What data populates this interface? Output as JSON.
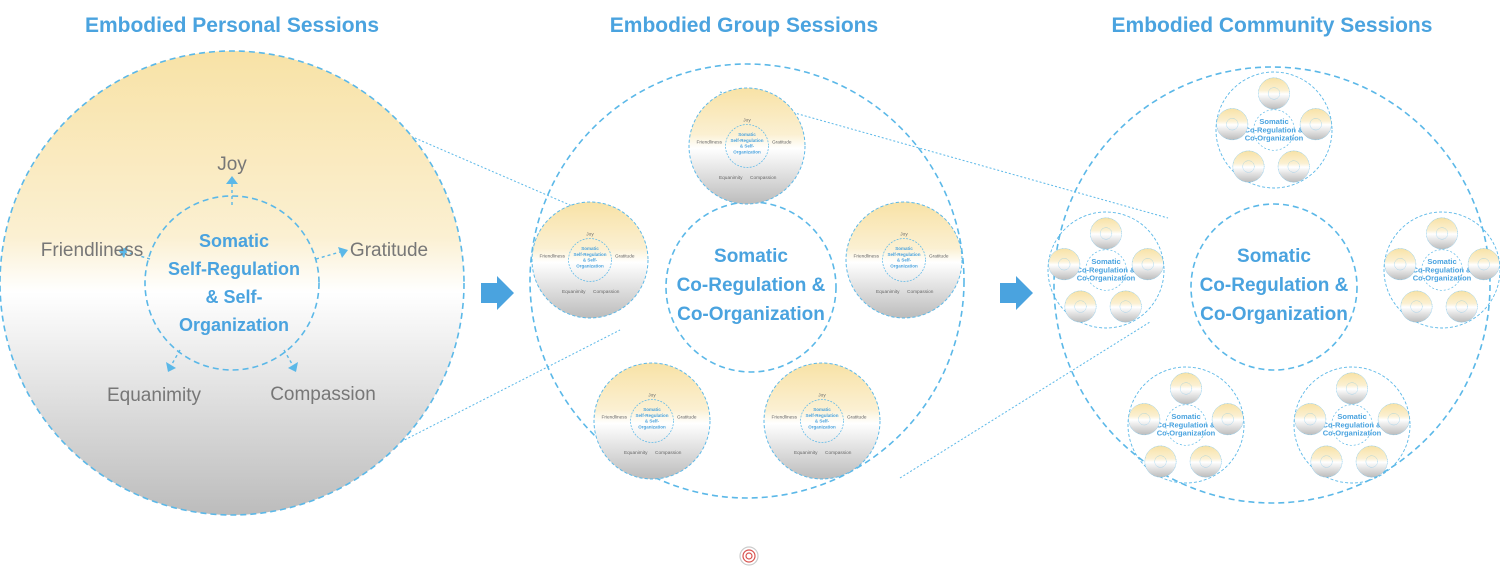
{
  "headings": {
    "personal": "Embodied Personal Sessions",
    "group": "Embodied Group Sessions",
    "community": "Embodied Community Sessions"
  },
  "personal": {
    "center_lines": [
      "Somatic",
      "Self-Regulation",
      "& Self-",
      "Organization"
    ],
    "qualities": {
      "top": "Joy",
      "left": "Friendliness",
      "right": "Gratitude",
      "bottom_left": "Equanimity",
      "bottom_right": "Compassion"
    }
  },
  "small_circle": {
    "center_lines": [
      "Somatic",
      "Self-Regulation",
      "& Self-",
      "Organization"
    ]
  },
  "group": {
    "center_lines": [
      "Somatic",
      "Co-Regulation &",
      "Co-Organization"
    ]
  },
  "community": {
    "center_lines": [
      "Somatic",
      "Co-Regulation &",
      "Co-Organization"
    ]
  },
  "colors": {
    "accent": "#4aa3df",
    "dash": "#5bb8e8",
    "arrow": "#4aa3df",
    "gradient_top": "#f7dc98",
    "gradient_mid": "#ffffff",
    "gradient_bottom": "#c2c2c2",
    "label_gray": "#777777"
  },
  "icons": {
    "flow_arrow": "right-arrow-icon",
    "logo": "spiral-logo-icon"
  }
}
